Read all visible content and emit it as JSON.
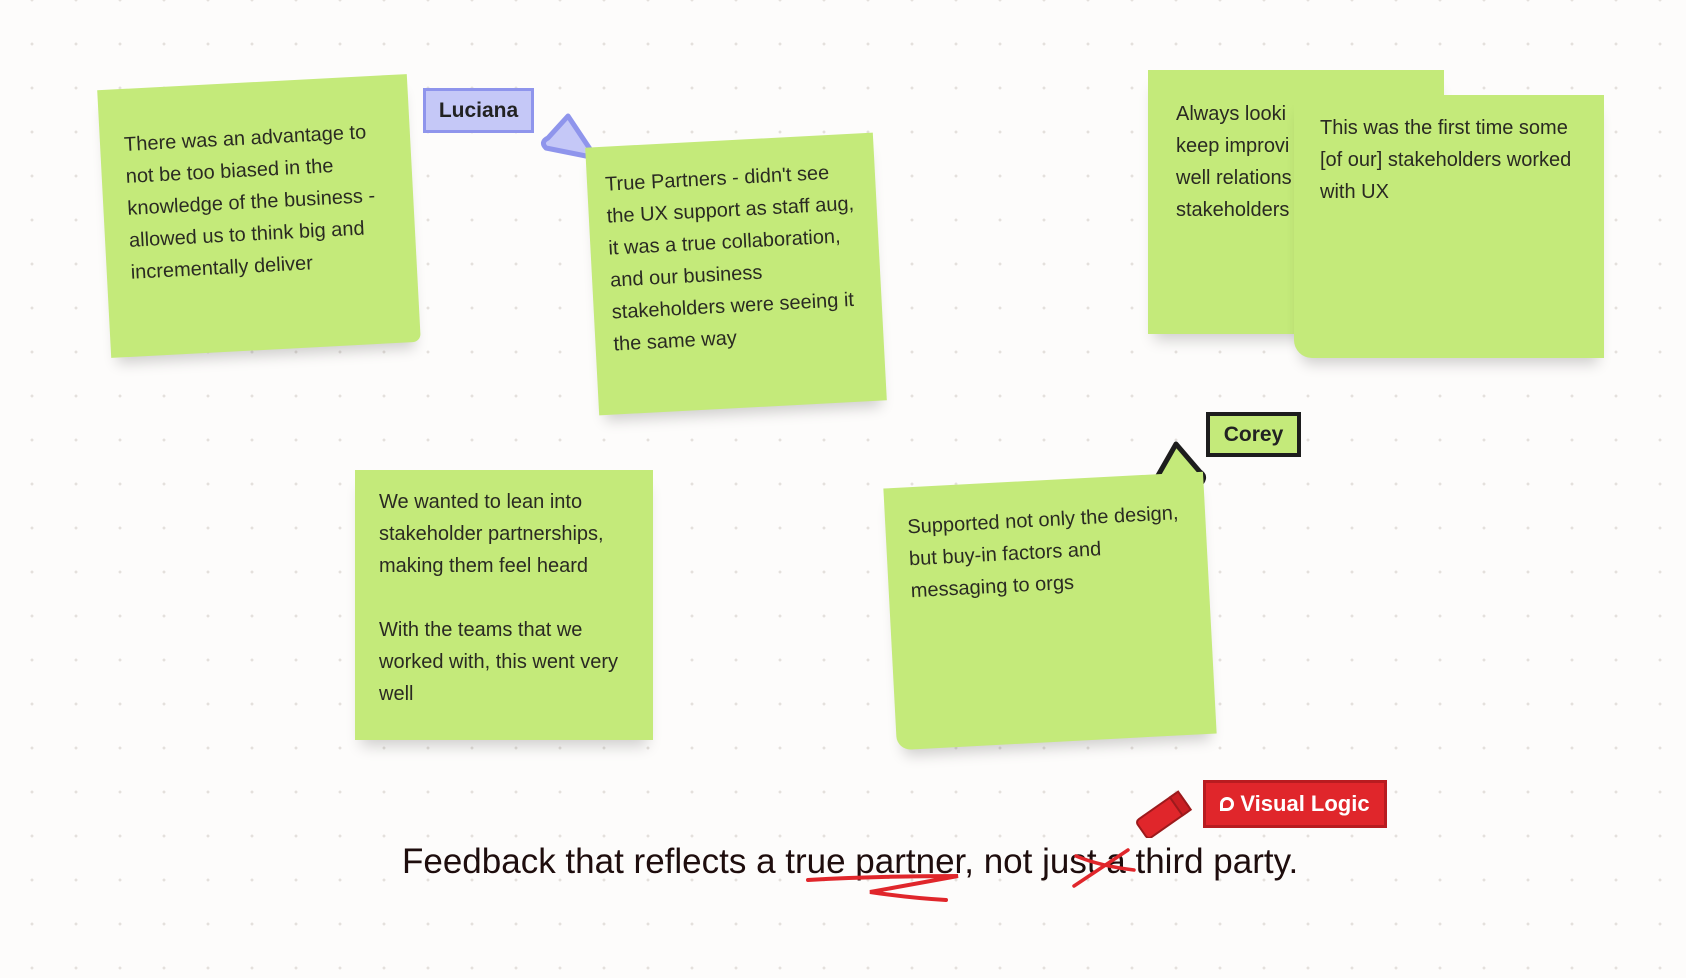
{
  "notes": [
    {
      "text": "There was an advantage to not be too biased in the knowledge of the business - allowed us to think big and incrementally deliver"
    },
    {
      "text": "True Partners - didn't see the UX support as staff aug, it was a true collaboration, and our business stakeholders were seeing it the same way"
    },
    {
      "text": "Always looki\nkeep improvi\nwell relations\nstakeholders"
    },
    {
      "text": "This was the first time some [of our] stakeholders worked with UX"
    },
    {
      "text": "We wanted to lean into stakeholder partnerships, making them feel heard\n\nWith the teams that we worked with, this went very well"
    },
    {
      "text": "Supported not only the design, but buy-in factors and messaging to orgs"
    }
  ],
  "cursors": [
    {
      "name": "Luciana",
      "color": "#c5c8f7",
      "border": "#8f95ec"
    },
    {
      "name": "Corey",
      "color": "#c4ea7a",
      "border": "#1d1d1d"
    }
  ],
  "caption": {
    "before": "Feedback that reflects a ",
    "underlined": "true partner",
    "middle": ", not ",
    "struck": "just",
    "after": " a third party."
  },
  "brand": {
    "label": "Visual Logic",
    "color": "#e0262b"
  },
  "colors": {
    "note": "#c4ea7a",
    "ink": "#e0262b"
  }
}
